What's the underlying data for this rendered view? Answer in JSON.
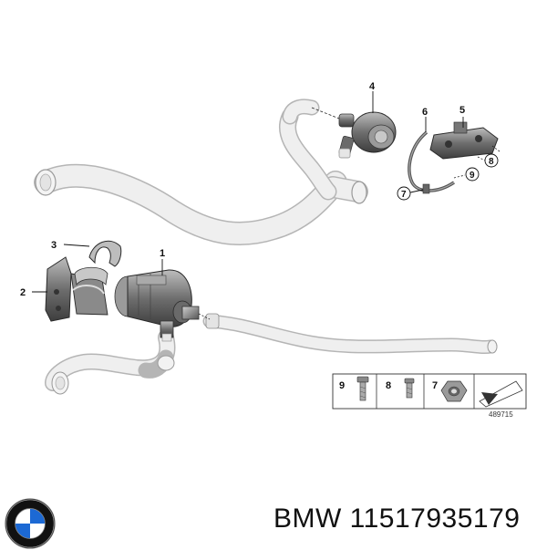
{
  "callouts": {
    "c1": "1",
    "c2": "2",
    "c3": "3",
    "c4": "4",
    "c5": "5",
    "c6": "6",
    "c7": "7",
    "c8": "8",
    "c9": "9"
  },
  "legend": {
    "items": [
      {
        "label": "9",
        "icon": "bolt-long-icon"
      },
      {
        "label": "8",
        "icon": "bolt-short-icon"
      },
      {
        "label": "7",
        "icon": "hex-nut-icon"
      }
    ],
    "ref_number": "489715"
  },
  "footer": {
    "brand_text": "BMW  11517935179"
  },
  "colors": {
    "hose": "#eeeeee",
    "hose_outline": "#b5b5b5",
    "metal_dark": "#5a5a5a",
    "metal_mid": "#8c8c8c",
    "logo_blue": "#1c69d4"
  }
}
